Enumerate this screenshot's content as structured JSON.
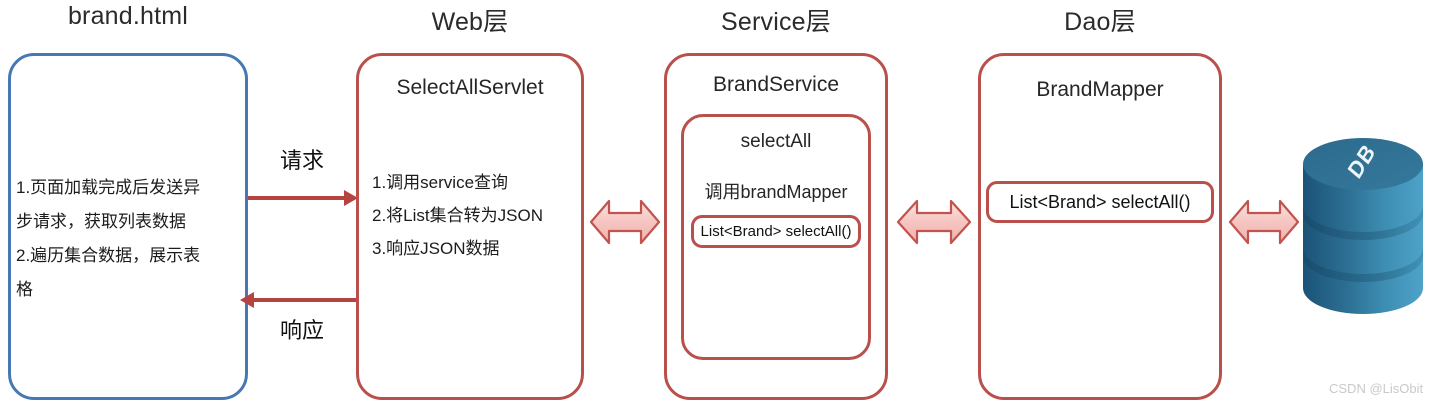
{
  "diagram": {
    "title_row": [
      {
        "name": "brand-html",
        "label": "brand.html"
      },
      {
        "name": "web-layer",
        "label": "Web层"
      },
      {
        "name": "service-layer",
        "label": "Service层"
      },
      {
        "name": "dao-layer",
        "label": "Dao层"
      }
    ],
    "colors": {
      "blue_border": "#4878b4",
      "red_border": "#b9504b",
      "arrow_line": "#b5433f",
      "block_arrow_fill": "#f7c9c6",
      "block_arrow_stroke": "#c2534e",
      "db_top": "#2e6a8e",
      "db_body_dark": "#1d5b80",
      "db_body_light": "#4c9cc5",
      "text": "#1c1c1c",
      "watermark": "#c9c9c9"
    },
    "browser_box": {
      "heading": "",
      "lines": [
        "1.页面加载完成后发送异",
        "步请求，获取列表数据",
        "2.遍历集合数据，展示表",
        "格"
      ]
    },
    "web_box": {
      "heading": "SelectAllServlet",
      "lines": [
        "1.调用service查询",
        "2.将List集合转为JSON",
        "3.响应JSON数据"
      ]
    },
    "service_box": {
      "heading": "BrandService",
      "inner_heading": "selectAll",
      "inner_subtitle": "调用brandMapper",
      "method_chip": "List<Brand> selectAll()"
    },
    "dao_box": {
      "heading": "BrandMapper",
      "method_chip": "List<Brand> selectAll()"
    },
    "flows": {
      "request_label": "请求",
      "response_label": "响应"
    },
    "database": {
      "label": "DB",
      "icon": "database-cylinder-icon"
    },
    "watermark": "CSDN @LisObit"
  }
}
